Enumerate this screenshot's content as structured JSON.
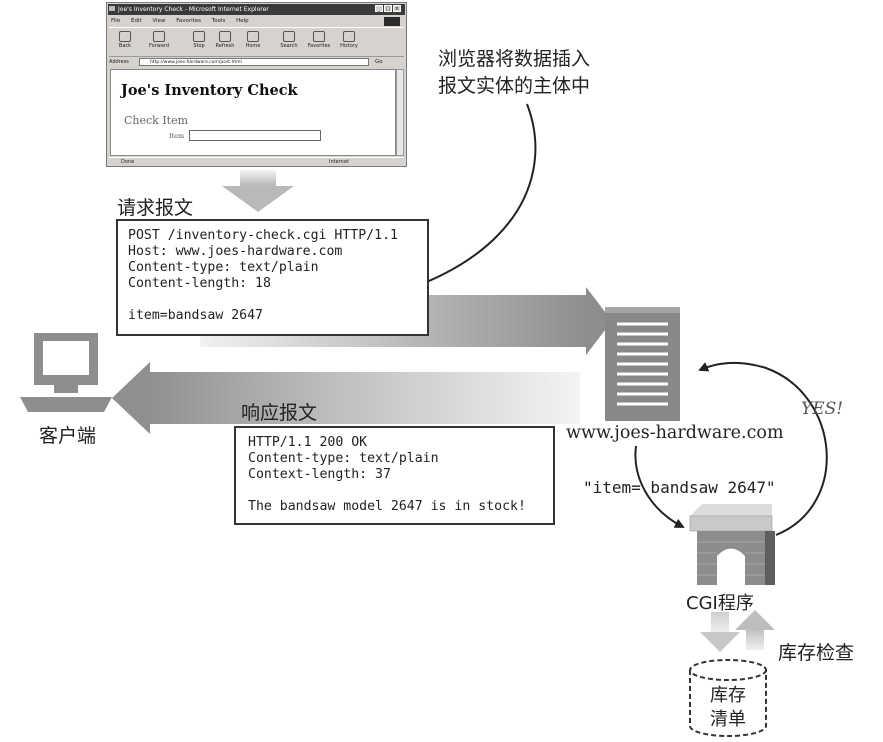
{
  "browser": {
    "title": "Joe's Inventory Check - Microsoft Internet Explorer",
    "menu": [
      "File",
      "Edit",
      "View",
      "Favorites",
      "Tools",
      "Help"
    ],
    "toolbar": [
      "Back",
      "Forward",
      "Stop",
      "Refresh",
      "Home",
      "Search",
      "Favorites",
      "History"
    ],
    "address_label": "Address",
    "address_url": "http://www.joes-hardware.com/post.html",
    "go_label": "Go",
    "page_heading": "Joe's Inventory Check",
    "page_subheading": "Check Item",
    "item_label": "Item",
    "status_left": "Done",
    "status_right": "Internet"
  },
  "request": {
    "label": "请求报文",
    "lines": [
      "POST /inventory-check.cgi HTTP/1.1",
      "Host: www.joes-hardware.com",
      "Content-type: text/plain",
      "Content-length: 18",
      "item=bandsaw 2647"
    ]
  },
  "response": {
    "label": "响应报文",
    "lines": [
      "HTTP/1.1 200 OK",
      "Content-type: text/plain",
      "Context-length: 37",
      "The bandsaw model 2647 is in stock!"
    ]
  },
  "annotations": {
    "note_line1": "浏览器将数据插入",
    "note_line2": "报文实体的主体中",
    "client": "客户端",
    "server_host": "www.joes-hardware.com",
    "item_query": "\"item= bandsaw 2647\"",
    "yes": "YES!",
    "cgi": "CGI程序",
    "inventory_check": "库存检查",
    "db_line1": "库存",
    "db_line2": "清单"
  }
}
